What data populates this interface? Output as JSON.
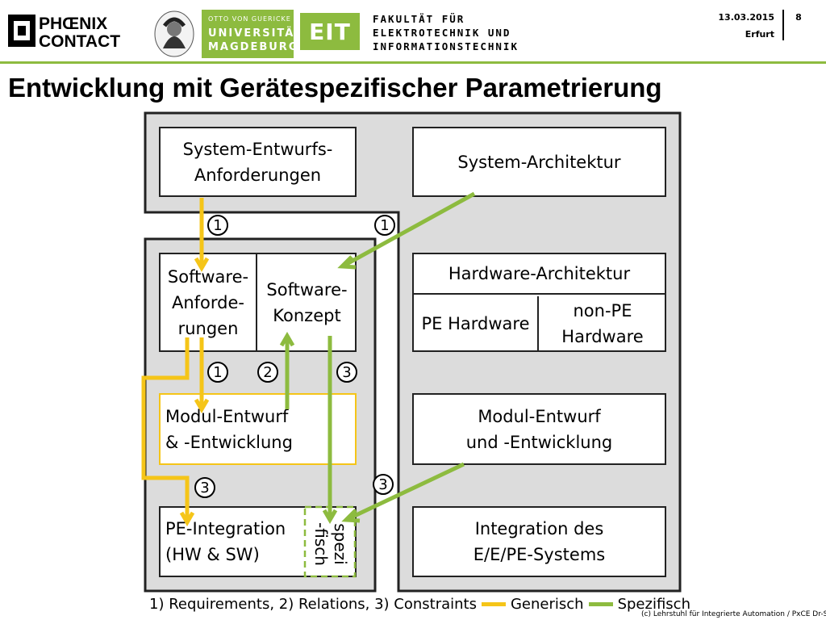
{
  "header": {
    "phoenix_logo_line1": "PHŒNIX",
    "phoenix_logo_line2": "CONTACT",
    "ovgu_small": "OTTO VON GUERICKE",
    "ovgu_line1": "UNIVERSITÄT",
    "ovgu_line2": "MAGDEBURG",
    "eit_logo": "EIT",
    "faculty_line1": "FAKULTÄT FÜR",
    "faculty_line2": "ELEKTROTECHNIK UND",
    "faculty_line3": "INFORMATIONSTECHNIK",
    "date": "13.03.2015",
    "place": "Erfurt",
    "page_number": "8"
  },
  "title": "Entwicklung mit Gerätespezifischer Parametrierung",
  "boxes": {
    "system_requirements": "System-Entwurfs-\nAnforderungen",
    "system_architecture": "System-Architektur",
    "software_requirements": "Software-\nAnforde-\nrungen",
    "software_concept": "Software-\nKonzept",
    "hardware_architecture": "Hardware-Architektur",
    "pe_hardware": "PE Hardware",
    "non_pe_hardware": "non-PE\nHardware",
    "module_design_sw": "Modul-Entwurf\n& -Entwicklung",
    "module_design_hw": "Modul-Entwurf\nund -Entwicklung",
    "pe_integration": "PE-Integration\n(HW & SW)",
    "specific": "spezi\n-fisch",
    "system_integration": "Integration des\nE/E/PE-Systems"
  },
  "markers": {
    "m1a": "1",
    "m1b": "1",
    "m1c": "1",
    "m2": "2",
    "m3a": "3",
    "m3b": "3",
    "m3c": "3"
  },
  "legend": {
    "text": "1) Requirements, 2) Relations, 3) Constraints",
    "generic_label": "Generisch",
    "specific_label": "Spezifisch",
    "generic_color": "#f5c518",
    "specific_color": "#8dbb3f"
  },
  "copyright": "(c) Lehrstuhl für Integrierte Automation / PxCE Dr-SAB"
}
